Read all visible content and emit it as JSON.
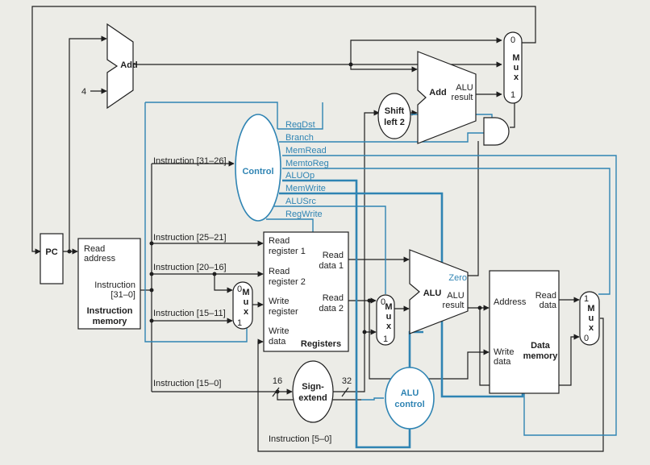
{
  "units": {
    "pc": "PC",
    "add_top": "Add",
    "add_branch": "Add",
    "add_branch_result_1": "ALU",
    "add_branch_result_2": "result",
    "shift_left_1": "Shift",
    "shift_left_2": "left 2",
    "control": "Control",
    "mux_top": {
      "sel0": "0",
      "sel1": "1",
      "letters": [
        "M",
        "u",
        "x"
      ]
    },
    "mux_writereg": {
      "sel0": "0",
      "sel1": "1",
      "letters": [
        "M",
        "u",
        "x"
      ]
    },
    "mux_alusrc": {
      "sel0": "0",
      "sel1": "1",
      "letters": [
        "M",
        "u",
        "x"
      ]
    },
    "mux_memtoreg": {
      "sel0": "0",
      "sel1": "1",
      "letters": [
        "M",
        "u",
        "x"
      ]
    },
    "instruction_memory": {
      "read_address_1": "Read",
      "read_address_2": "address",
      "instruction_1": "Instruction",
      "instruction_2": "[31–0]",
      "title_1": "Instruction",
      "title_2": "memory"
    },
    "registers": {
      "read_reg1_1": "Read",
      "read_reg1_2": "register 1",
      "read_reg2_1": "Read",
      "read_reg2_2": "register 2",
      "write_reg_1": "Write",
      "write_reg_2": "register",
      "write_data_1": "Write",
      "write_data_2": "data",
      "read_data1_1": "Read",
      "read_data1_2": "data 1",
      "read_data2_1": "Read",
      "read_data2_2": "data 2",
      "title": "Registers"
    },
    "alu": {
      "label": "ALU",
      "zero": "Zero",
      "result_1": "ALU",
      "result_2": "result"
    },
    "sign_extend_1": "Sign-",
    "sign_extend_2": "extend",
    "alu_control_1": "ALU",
    "alu_control_2": "control",
    "data_memory": {
      "address": "Address",
      "read_data_1": "Read",
      "read_data_2": "data",
      "write_data_1": "Write",
      "write_data_2": "data",
      "title_1": "Data",
      "title_2": "memory"
    }
  },
  "constants": {
    "four": "4",
    "width_in": "16",
    "width_out": "32"
  },
  "control_signals": [
    "RegDst",
    "Branch",
    "MemRead",
    "MemtoReg",
    "ALUOp",
    "MemWrite",
    "ALUSrc",
    "RegWrite"
  ],
  "instruction_fields": {
    "f31_26": "Instruction [31–26]",
    "f25_21": "Instruction [25–21]",
    "f20_16": "Instruction [20–16]",
    "f15_11": "Instruction [15–11]",
    "f15_0": "Instruction [15–0]",
    "f5_0": "Instruction [5–0]"
  }
}
